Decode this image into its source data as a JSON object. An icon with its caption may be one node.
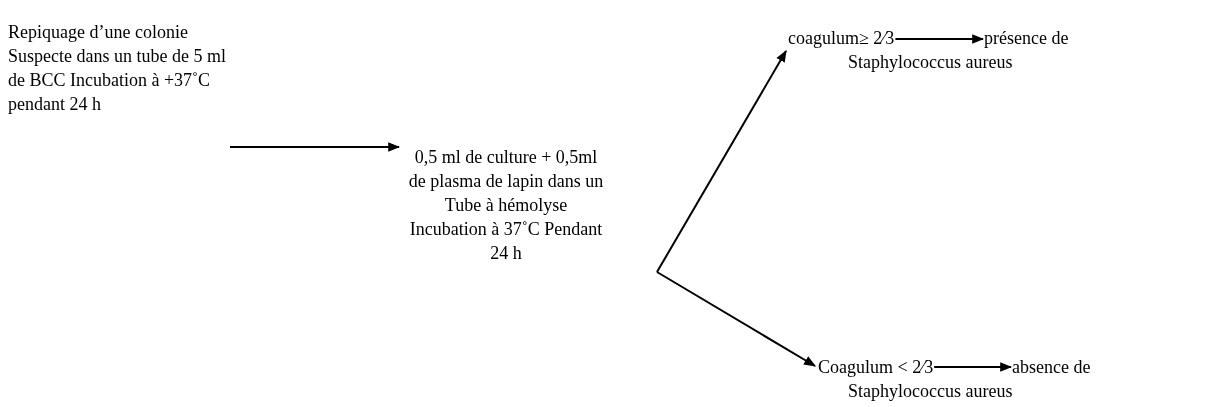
{
  "diagram": {
    "nodes": [
      {
        "text": [
          "Repiquage d’une colonie Suspecte dans un tube de 5 ml de BCC Incubation à +37˚C pendant 24 h"
        ]
      },
      {
        "text": [
          "0,5 ml de culture + 0,5ml de plasma de lapin dans un Tube à hémolyse Incubation à 37˚C Pendant 24 h"
        ]
      },
      {
        "text": [
          "coagulum≥ 2⁄3"
        ]
      },
      {
        "text": [
          "présence de Staphylococcus aureus"
        ]
      },
      {
        "text": [
          "Coagulum < 2⁄3"
        ]
      },
      {
        "text": [
          "absence de Staphylococcus aureus"
        ]
      }
    ],
    "edges": [
      {
        "from": 0,
        "to": 1,
        "arrow": "to"
      },
      {
        "from": 1,
        "to": 2,
        "arrow": "to"
      },
      {
        "from": 2,
        "to": 3,
        "arrow": "to"
      },
      {
        "from": 1,
        "to": 4,
        "arrow": "to"
      },
      {
        "from": 4,
        "to": 5,
        "arrow": "to"
      }
    ]
  }
}
